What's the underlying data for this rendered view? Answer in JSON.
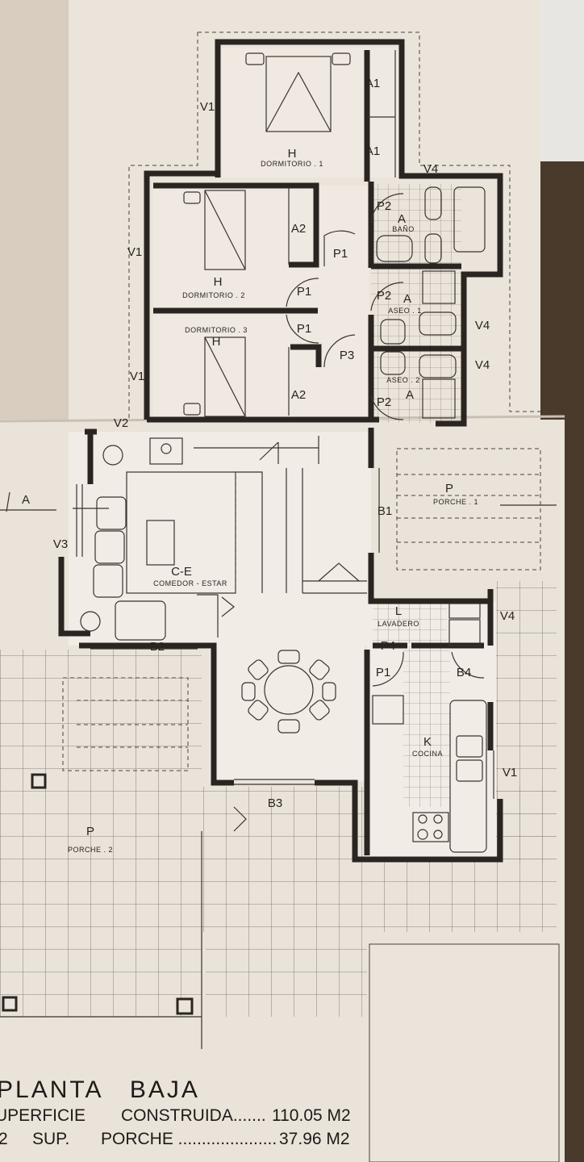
{
  "rooms": {
    "dormitorio1": {
      "code": "H",
      "name": "DORMITORIO . 1"
    },
    "dormitorio2": {
      "code": "H",
      "name": "DORMITORIO . 2"
    },
    "dormitorio3": {
      "code": "H",
      "name": "DORMITORIO . 3"
    },
    "bano": {
      "code": "A",
      "name": "BAÑO"
    },
    "aseo1": {
      "code": "A",
      "name": "ASEO . 1"
    },
    "aseo2": {
      "code": "A",
      "name": "ASEO . 2"
    },
    "comedor_estar": {
      "code": "C-E",
      "name": "COMEDOR - ESTAR"
    },
    "lavadero": {
      "code": "L",
      "name": "LAVADERO"
    },
    "cocina": {
      "code": "K",
      "name": "COCINA"
    },
    "porche1": {
      "code": "P",
      "name": "PORCHE . 1"
    },
    "porche2": {
      "code": "P",
      "name": "PORCHE . 2"
    }
  },
  "marks": {
    "A1": "A1",
    "A2": "A2",
    "P1": "P1",
    "P2": "P2",
    "P3": "P3",
    "P4": "P4",
    "V1": "V1",
    "V2": "V2",
    "V3": "V3",
    "V4": "V4",
    "B1": "B1",
    "B2": "B2",
    "B3": "B3",
    "B4": "B4",
    "section": "A"
  },
  "footer": {
    "title": "PLANTA   BAJA",
    "line1_label": "UPERFICIE",
    "line1_mid": "CONSTRUIDA.......",
    "line1_value": "110.05 M2",
    "line2_prefix": "2",
    "line2_label": "SUP.",
    "line2_mid": "PORCHE .....................",
    "line2_value": "37.96 M2"
  }
}
